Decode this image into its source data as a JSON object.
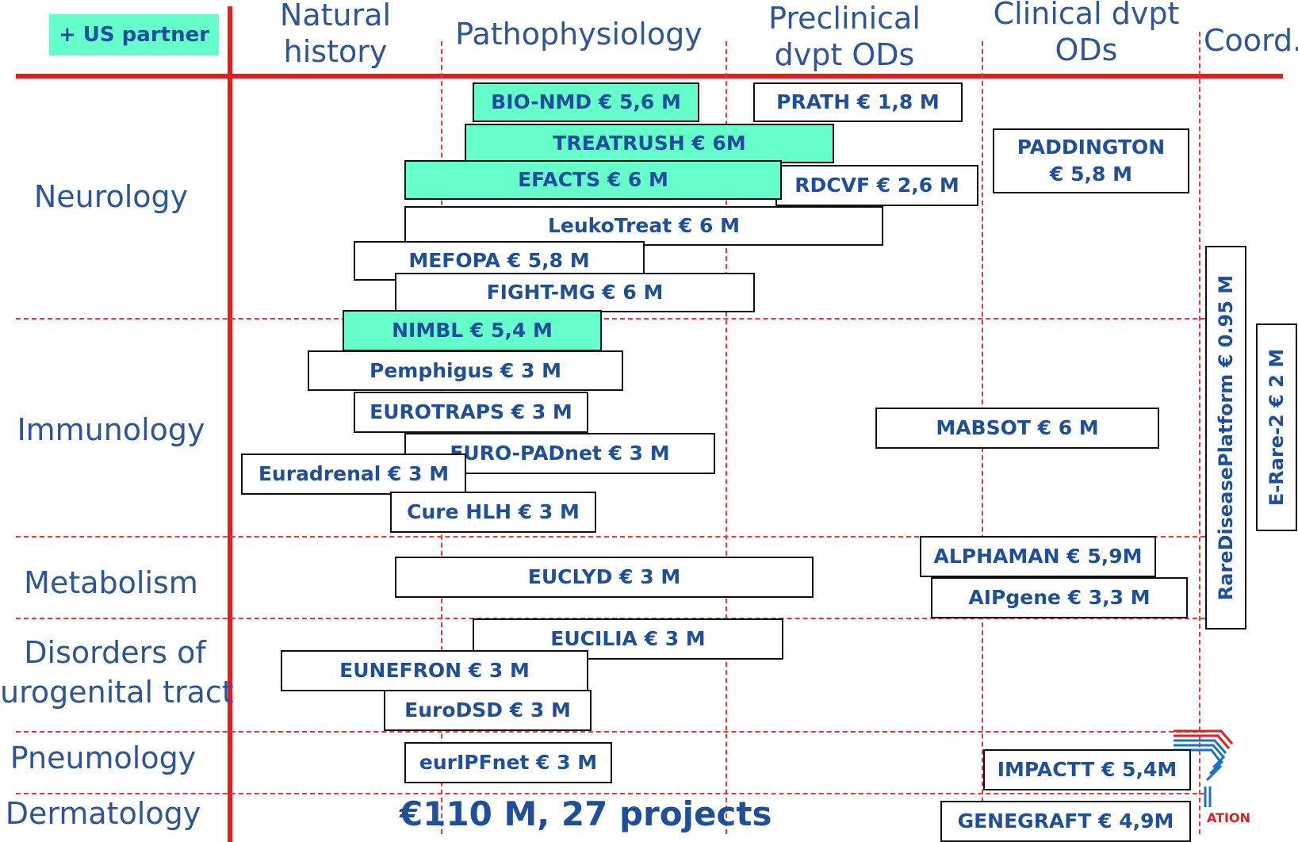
{
  "badge": "+ US partner",
  "headers": {
    "natural_history": [
      "Natural",
      "history"
    ],
    "pathophysiology": "Pathophysiology",
    "preclinical": [
      "Preclinical",
      "dvpt ODs"
    ],
    "clinical": [
      "Clinical dvpt",
      "ODs"
    ],
    "coord": "Coord."
  },
  "categories": {
    "neurology": "Neurology",
    "immunology": "Immunology",
    "metabolism": "Metabolism",
    "urogenital": [
      "Disorders of",
      "urogenital tract"
    ],
    "pneumology": "Pneumology",
    "dermatology": "Dermatology"
  },
  "projects": {
    "bio_nmd": "BIO-NMD € 5,6 M",
    "prath": "PRATH € 1,8 M",
    "treatrush": "TREATRUSH € 6M",
    "paddington": [
      "PADDINGTON",
      "€ 5,8 M"
    ],
    "efacts": "EFACTS € 6 M",
    "rdcvf": "RDCVF € 2,6 M",
    "leukotreat": "LeukoTreat € 6 M",
    "mefopa": "MEFOPA € 5,8 M",
    "fight_mg": "FIGHT-MG € 6 M",
    "nimbl": "NIMBL € 5,4 M",
    "pemphigus": "Pemphigus € 3 M",
    "eurotraps": "EUROTRAPS € 3 M",
    "mabsot": "MABSOT € 6 M",
    "euro_padnet": "EURO-PADnet € 3 M",
    "euradrenal": "Euradrenal € 3 M",
    "cure_hlh": "Cure HLH € 3 M",
    "alphaman": "ALPHAMAN € 5,9M",
    "euclyd": "EUCLYD € 3 M",
    "aipgene": "AIPgene € 3,3 M",
    "eucilia": "EUCILIA € 3 M",
    "eunefron": "EUNEFRON € 3 M",
    "eurodsd": "EuroDSD € 3 M",
    "euripfnet": "eurIPFnet € 3 M",
    "impactt": "IMPACTT € 5,4M",
    "genegraft": "GENEGRAFT € 4,9M",
    "rarediseaseplatform": "RareDiseasePlatform € 0.95 M",
    "erare2": "E-Rare-2 € 2 M"
  },
  "total": "€110 M, 27 projects",
  "logo_text": "ATION",
  "colors": {
    "us_partner_fill": "#66ffcc",
    "axis_red": "#e02020",
    "grid_dash": "#e03a3a",
    "label_blue": "#2e5597",
    "box_text_blue": "#1f4f9a"
  }
}
